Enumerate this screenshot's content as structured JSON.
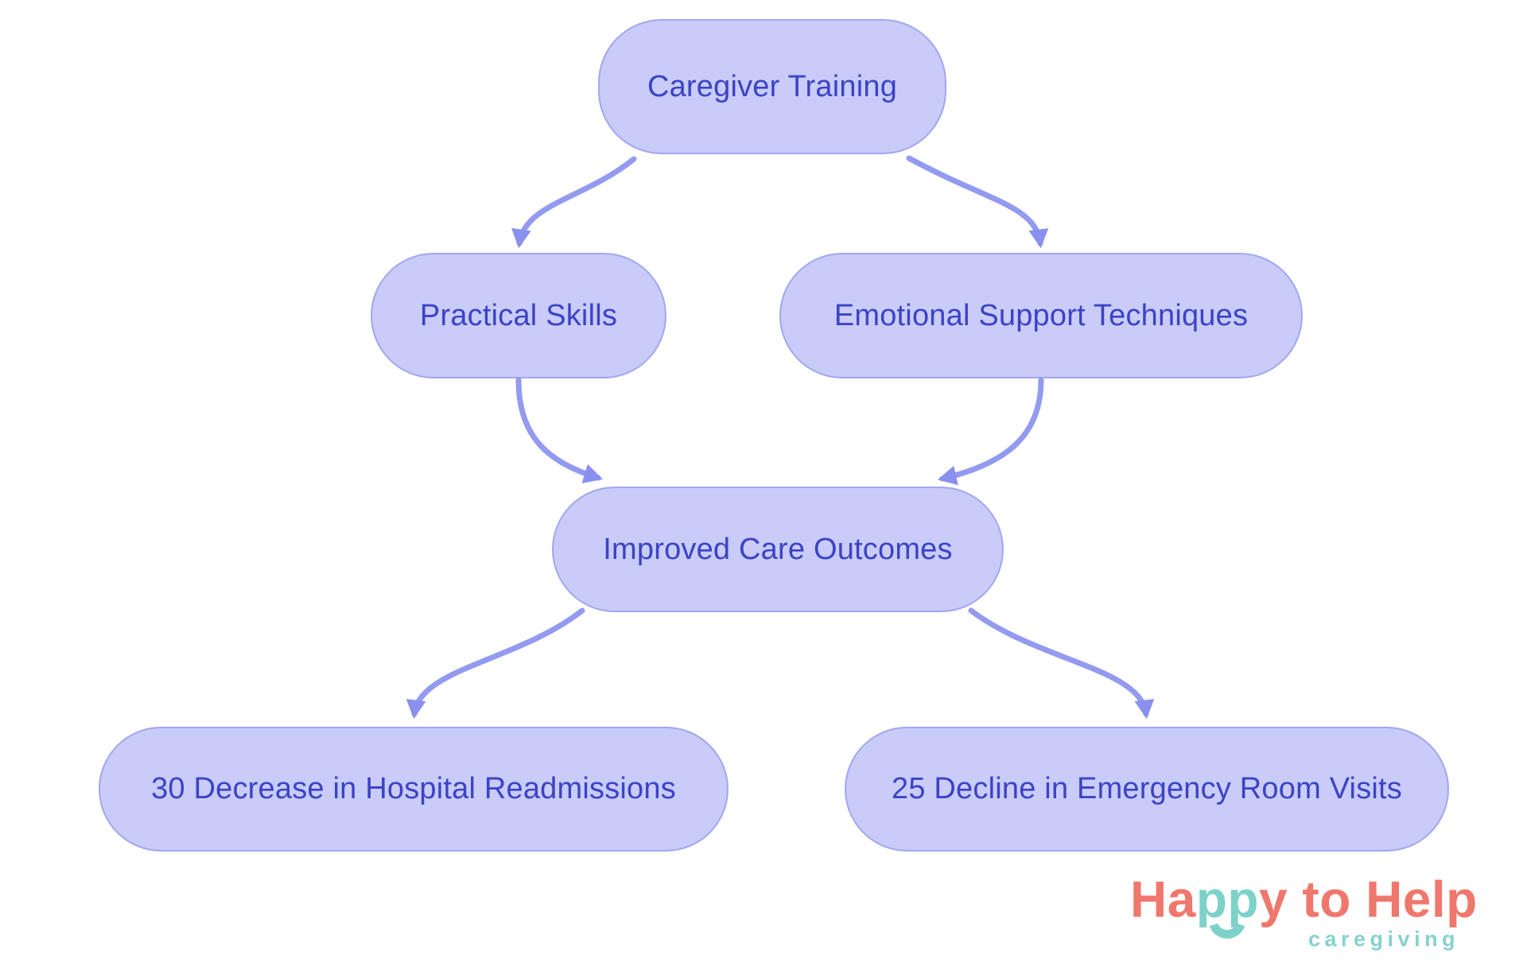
{
  "diagram": {
    "type": "flowchart",
    "nodes": [
      {
        "id": "caregiver-training",
        "label": "Caregiver Training"
      },
      {
        "id": "practical-skills",
        "label": "Practical Skills"
      },
      {
        "id": "emotional-support-techniques",
        "label": "Emotional Support Techniques"
      },
      {
        "id": "improved-care-outcomes",
        "label": "Improved Care Outcomes"
      },
      {
        "id": "hospital-readmissions",
        "label": "30 Decrease in Hospital Readmissions"
      },
      {
        "id": "emergency-room-visits",
        "label": "25 Decline in Emergency Room Visits"
      }
    ],
    "edges": [
      {
        "from": "caregiver-training",
        "to": "practical-skills"
      },
      {
        "from": "caregiver-training",
        "to": "emotional-support-techniques"
      },
      {
        "from": "practical-skills",
        "to": "improved-care-outcomes"
      },
      {
        "from": "emotional-support-techniques",
        "to": "improved-care-outcomes"
      },
      {
        "from": "improved-care-outcomes",
        "to": "hospital-readmissions"
      },
      {
        "from": "improved-care-outcomes",
        "to": "emergency-room-visits"
      }
    ],
    "colors": {
      "node_fill": "#c9cbf8",
      "node_border": "#a2a7f0",
      "node_text": "#3b43c6",
      "arrow": "#939af0",
      "background": "#ffffff"
    }
  },
  "logo": {
    "part1": "Ha",
    "part2": "pp",
    "part3": "y to Help",
    "subtitle": "caregiving",
    "colors": {
      "coral": "#f0776c",
      "teal": "#7ed1c9"
    }
  }
}
